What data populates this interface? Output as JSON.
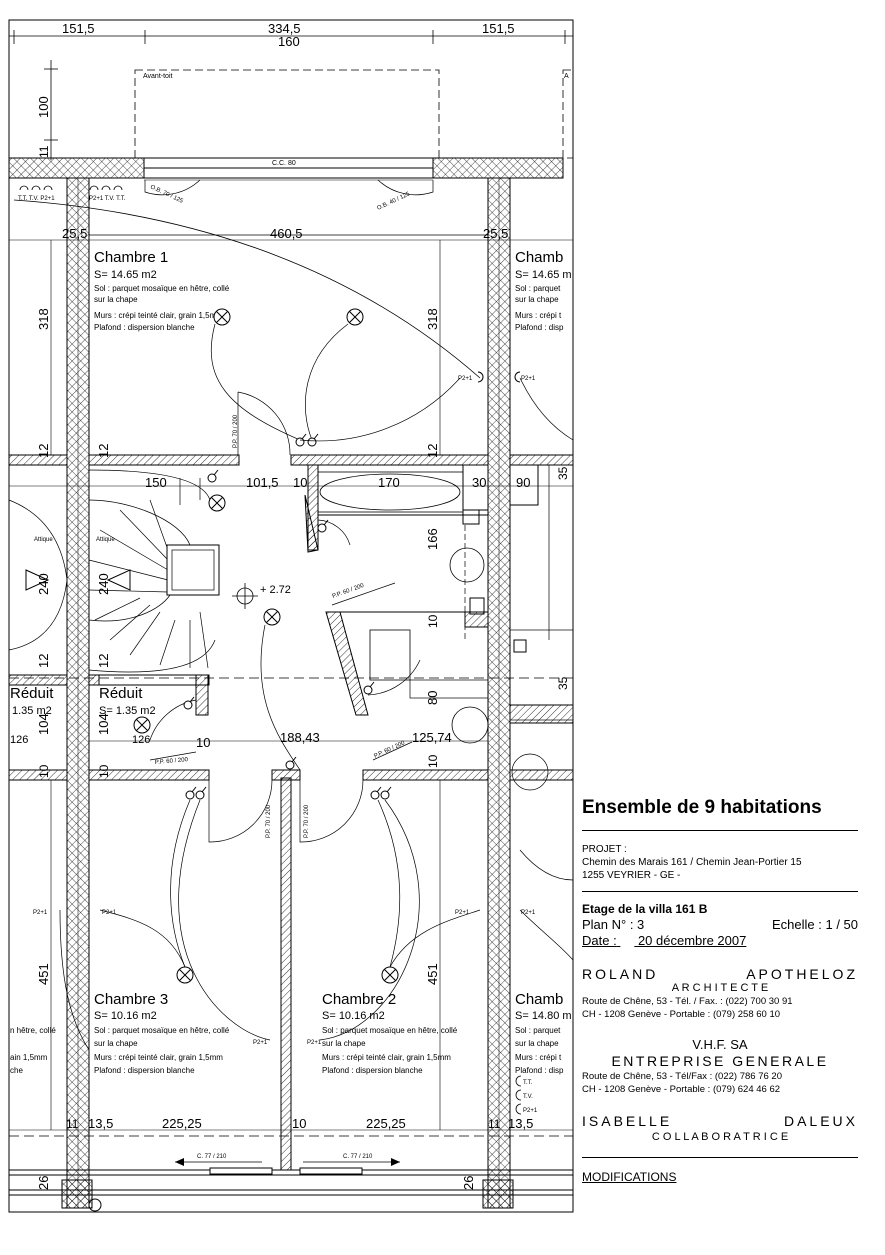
{
  "plan": {
    "dims": {
      "top_left": "151,5",
      "top_mid": "334,5",
      "top_mid_sub": "160",
      "top_right": "151,5",
      "left_100": "100",
      "left_11": "11",
      "left_318": "318",
      "mid_318": "318",
      "d_460": "460,5",
      "d_25a": "25,5",
      "d_25b": "25,5",
      "d_12a": "12",
      "d_12b": "12",
      "d_12c": "12",
      "d_12d": "12",
      "d_150": "150",
      "d_101": "101,5",
      "d_10a": "10",
      "d_170": "170",
      "d_30": "30",
      "d_166": "166",
      "d_10b": "10",
      "d_80": "80",
      "d_240": "240",
      "d_104a": "104",
      "d_104b": "104",
      "d_188": "188,43",
      "d_125": "125,74",
      "d_10c": "10",
      "d_10d": "10",
      "d_451a": "451",
      "d_451b": "451",
      "b_11a": "11",
      "b_13a": "13,5",
      "b_225a": "225,25",
      "b_10": "10",
      "b_225b": "225,25",
      "b_11b": "11",
      "b_13b": "13,5",
      "b_26a": "26",
      "b_26b": "26",
      "level": "+ 2.72",
      "d_126": "126"
    },
    "labels": {
      "avant_toit": "Avant-toit",
      "cc80": "C.C. 80",
      "ob1": "O.B. 70 / 125",
      "ob2": "O.B. 40 / 125",
      "tt1": "T.T. T.V. P2+1",
      "tt2": "P2+1 T.V. T.T.",
      "pp1": "P.P. 70 / 200",
      "pp2": "P.P. 60 / 200",
      "pp3": "P.P. 60 / 200",
      "pp4": "P.P. 60 / 200",
      "pp5": "P.P. 70 / 200",
      "pp6": "P.P. 70 / 200",
      "attique1": "Attique",
      "attique2": "Attique",
      "c77a": "C. 77 / 210",
      "c77b": "C. 77 / 210",
      "p21a": "P2+1",
      "p21b": "P2+1",
      "p21c": "P2+1",
      "p21d": "P2+1",
      "p21e": "P2+1",
      "p21f": "P2+1",
      "p21g": "P2+1",
      "p21h": "P2+1",
      "tt_r": "T.T.",
      "tv_r": "T.V.",
      "p21_r": "P2+1"
    },
    "rooms": {
      "ch1": {
        "name": "Chambre 1",
        "area": "S= 14.65 m2",
        "sol": "Sol : parquet mosaïque en hêtre, collé",
        "sol2": "sur la chape",
        "murs": "Murs : crépi teinté clair, grain 1,5mm",
        "plafond": "Plafond : dispersion blanche"
      },
      "ch_r": {
        "name": "Chamb",
        "area": "S= 14.65 m",
        "sol": "Sol : parquet",
        "sol2": "sur la chape",
        "murs": "Murs : crépi t",
        "plafond": "Plafond : disp"
      },
      "reduit": {
        "name": "Réduit",
        "area": "S= 1.35 m2"
      },
      "reduit_l": {
        "name": "Réduit",
        "area": "1.35 m2"
      },
      "ch3": {
        "name": "Chambre 3",
        "area": "S= 10.16 m2",
        "sol": "Sol : parquet mosaïque en hêtre, collé",
        "sol2": "sur la chape",
        "murs": "Murs : crépi teinté clair, grain 1,5mm",
        "plafond": "Plafond : dispersion blanche"
      },
      "ch2": {
        "name": "Chambre 2",
        "area": "S= 10.16 m2",
        "sol": "Sol : parquet mosaïque en hêtre, collé",
        "sol2": "sur la chape",
        "murs": "Murs : crépi teinté clair, grain 1,5mm",
        "plafond": "Plafond : dispersion blanche"
      },
      "ch_br": {
        "name": "Chamb",
        "area": "S= 14.80 m",
        "sol": "Sol : parquet",
        "sol2": "sur la chape",
        "murs": "Murs : crépi t",
        "plafond": "Plafond : disp"
      },
      "ch_bl": {
        "sol": "n hêtre, collé",
        "murs": "ain 1,5mm",
        "plafond": "che"
      }
    }
  },
  "titleblock": {
    "title": "Ensemble  de  9 habitations",
    "projet_label": "PROJET :",
    "projet_line1": "Chemin des Marais 161   /   Chemin Jean-Portier 15",
    "projet_line2": "1255  VEYRIER  - GE -",
    "etage": "Etage de la villa 161 B",
    "plan_no": "Plan N° :  3",
    "echelle": "Echelle : 1 / 50",
    "date_label": "Date :",
    "date_value": "20 décembre 2007",
    "architect_name1": "ROLAND",
    "architect_name2": "APOTHELOZ",
    "architect_role": "A R C H I T E C T E",
    "arch_addr1": "Route de Chêne, 53  - Tél. / Fax. : (022) 700 30 91",
    "arch_addr2": "CH - 1208 Genève    - Portable :  (079) 258 60 10",
    "company": "V.H.F. SA",
    "company_role": "ENTREPRISE  GENERALE",
    "comp_addr1": "Route de Chêne, 53  - Tél/Fax :    (022) 786 76 20",
    "comp_addr2": "CH - 1208 Genève    - Portable :  (079) 624 46 62",
    "collab_name1": "ISABELLE",
    "collab_name2": "DALEUX",
    "collab_role": "C O L L A B O R A T R I C E",
    "modifications": "MODIFICATIONS"
  }
}
